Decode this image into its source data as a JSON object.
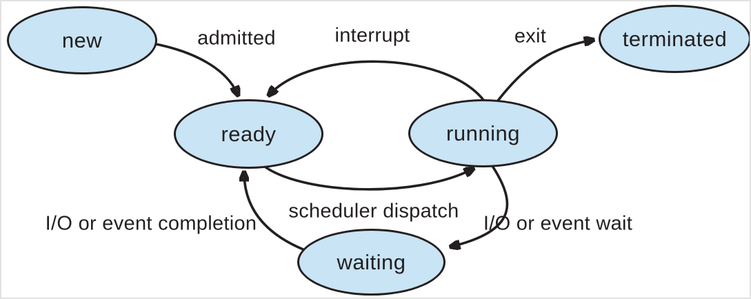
{
  "diagram": {
    "name": "process-state-diagram",
    "colors": {
      "state_fill": "#c8e4f5",
      "stroke": "#231f20",
      "background": "#ffffff"
    },
    "states": [
      {
        "id": "new",
        "label": "new"
      },
      {
        "id": "ready",
        "label": "ready"
      },
      {
        "id": "running",
        "label": "running"
      },
      {
        "id": "terminated",
        "label": "terminated"
      },
      {
        "id": "waiting",
        "label": "waiting"
      }
    ],
    "transitions": [
      {
        "id": "admitted",
        "label": "admitted",
        "from": "new",
        "to": "ready"
      },
      {
        "id": "interrupt",
        "label": "interrupt",
        "from": "running",
        "to": "ready"
      },
      {
        "id": "exit",
        "label": "exit",
        "from": "running",
        "to": "terminated"
      },
      {
        "id": "scheduler-dispatch",
        "label": "scheduler dispatch",
        "from": "ready",
        "to": "running"
      },
      {
        "id": "io-event-wait",
        "label": "I/O or event wait",
        "from": "running",
        "to": "waiting"
      },
      {
        "id": "io-event-completion",
        "label": "I/O or event completion",
        "from": "waiting",
        "to": "ready"
      }
    ]
  }
}
